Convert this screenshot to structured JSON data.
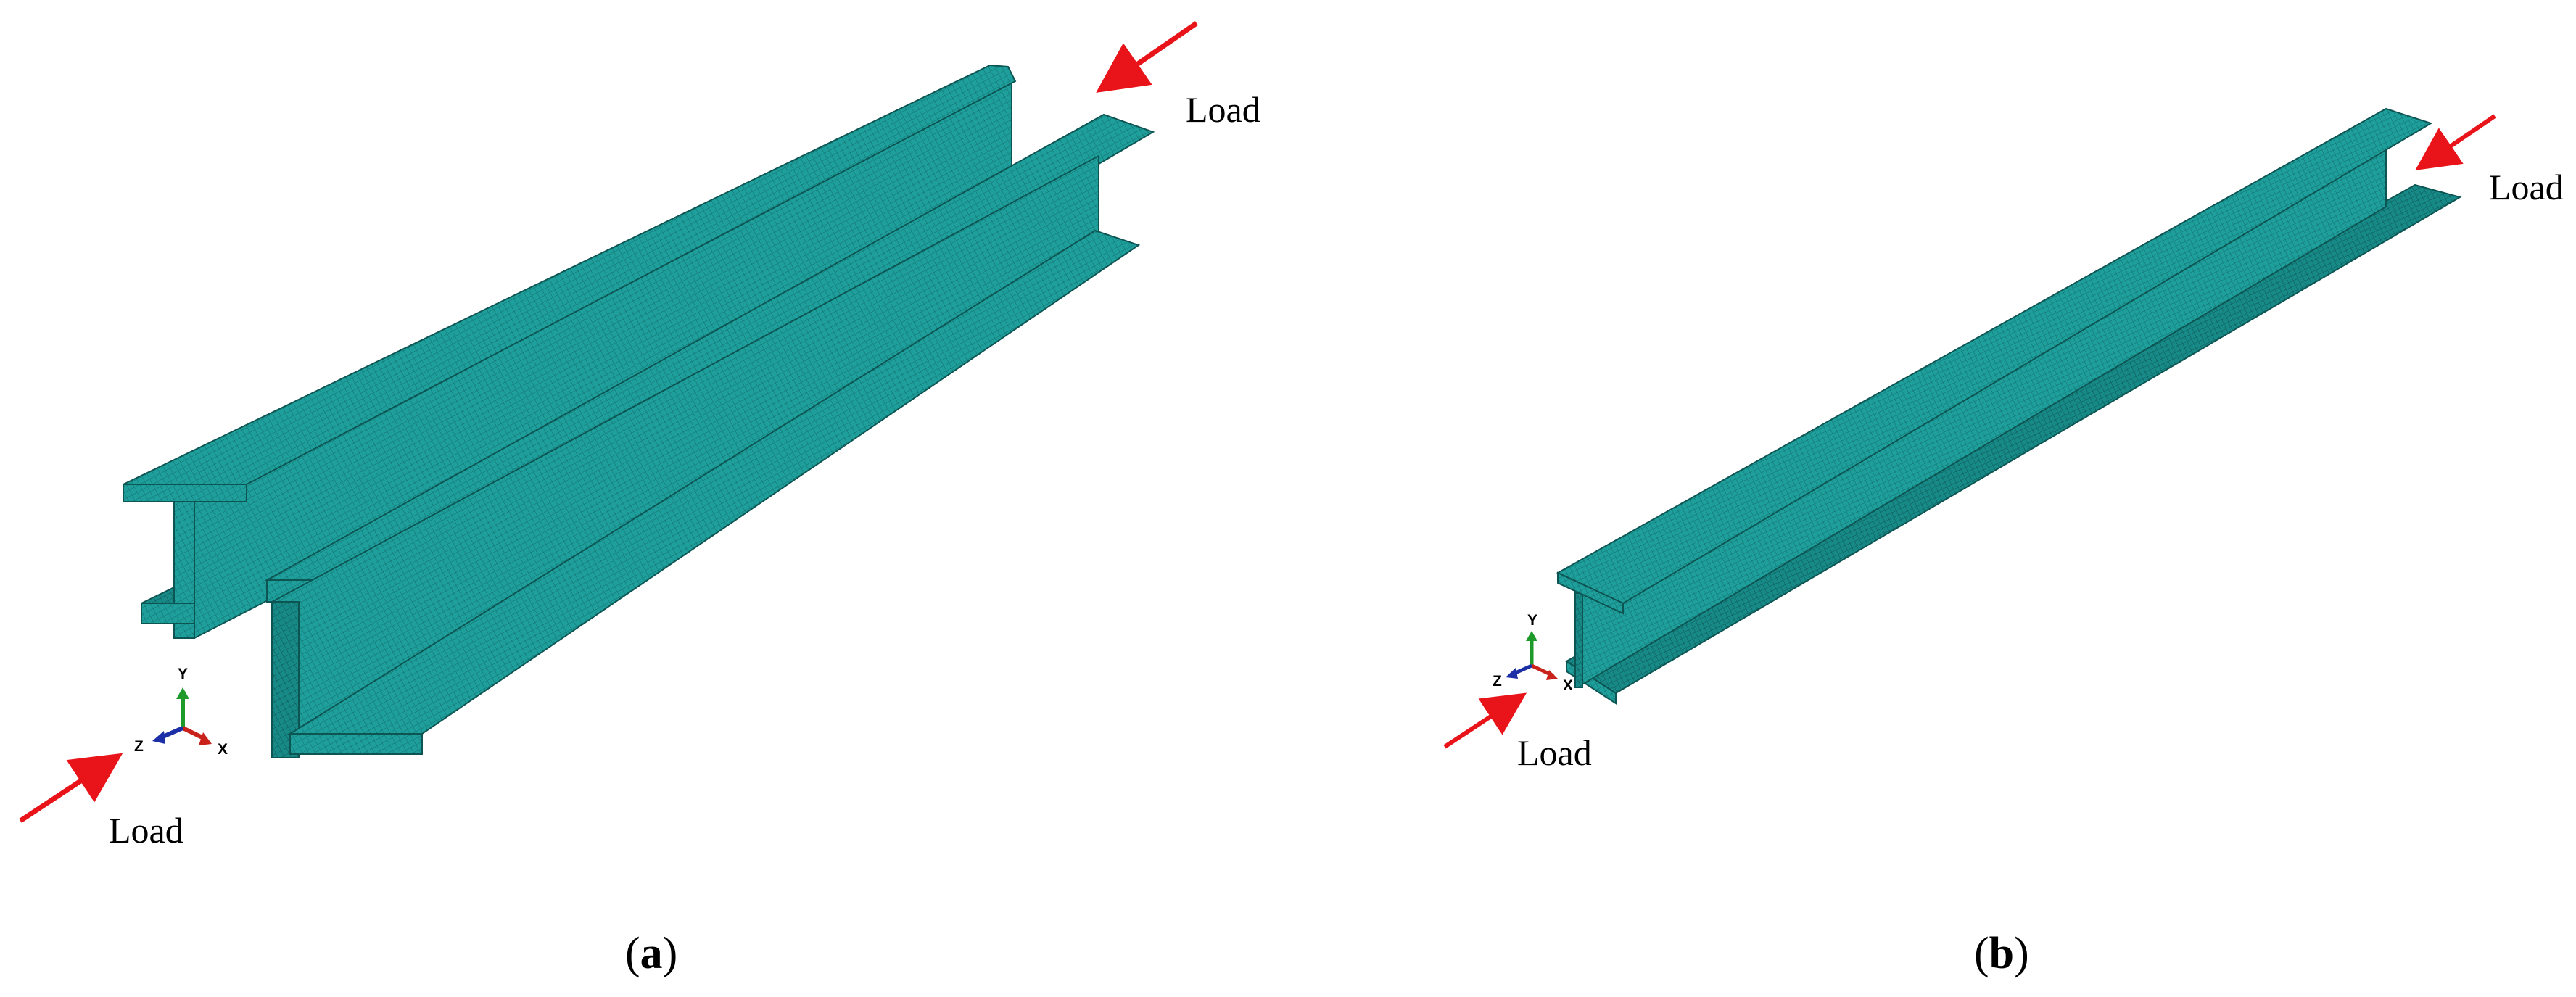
{
  "panel_a": {
    "load_top": "Load",
    "load_bottom": "Load",
    "axis_triad": {
      "x": "X",
      "y": "Y",
      "z": "Z"
    },
    "caption": {
      "open": "(",
      "letter": "a",
      "close": ")"
    }
  },
  "panel_b": {
    "load_top": "Load",
    "load_bottom": "Load",
    "axis_triad": {
      "x": "X",
      "y": "Y",
      "z": "Z"
    },
    "caption": {
      "open": "(",
      "letter": "b",
      "close": ")"
    }
  },
  "colors": {
    "mesh_face": "#1e9f9c",
    "mesh_face_dark": "#167f7d",
    "mesh_line": "#0d5553",
    "load_arrow": "#e8141a",
    "axis_x": "#c8221a",
    "axis_y": "#1d9a2a",
    "axis_z": "#1c2fa6"
  }
}
